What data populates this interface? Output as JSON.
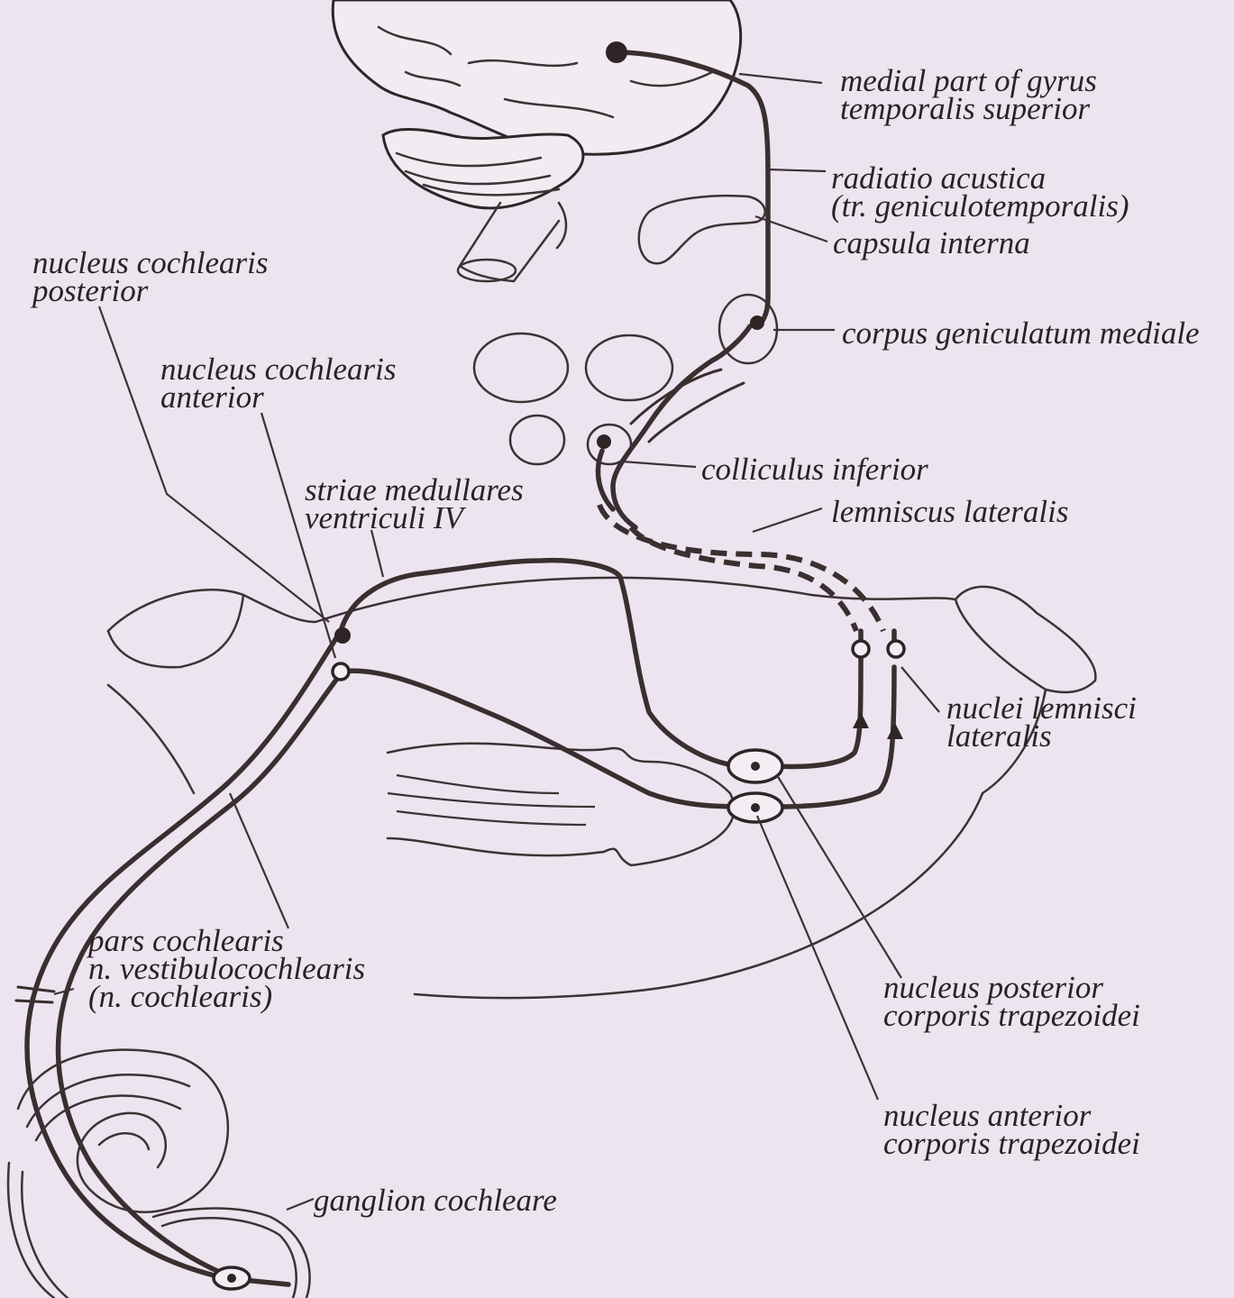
{
  "labels": {
    "gyrus_l1": "medial part of gyrus",
    "gyrus_l2": "temporalis superior",
    "radiatio_l1": "radiatio acustica",
    "radiatio_l2": "(tr. geniculotemporalis)",
    "capsula": "capsula interna",
    "geniculatum": "corpus geniculatum mediale",
    "ncp_l1": "nucleus cochlearis",
    "ncp_l2": "posterior",
    "nca_l1": "nucleus cochlearis",
    "nca_l2": "anterior",
    "colliculus": "colliculus inferior",
    "lemniscus": "lemniscus lateralis",
    "striae_l1": "striae medullares",
    "striae_l2": "ventriculi IV",
    "nll_l1": "nuclei lemnisci",
    "nll_l2": "lateralis",
    "pars_l1": "pars cochlearis",
    "pars_l2": "n. vestibulocochlearis",
    "pars_l3": "(n. cochlearis)",
    "npt_l1": "nucleus posterior",
    "npt_l2": "corporis trapezoidei",
    "nat_l1": "nucleus anterior",
    "nat_l2": "corporis trapezoidei",
    "ganglion": "ganglion cochleare"
  },
  "colors": {
    "paper": "#ece4ef",
    "ink": "#2f2426"
  }
}
